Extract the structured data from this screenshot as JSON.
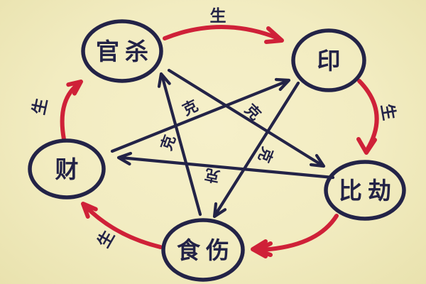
{
  "diagram": {
    "type": "ten-gods-five-element-cycle",
    "colors": {
      "background": "#f2ecc1",
      "background_light": "#f6f0ca",
      "background_dark": "#e9e2ae",
      "ink": "#232347",
      "red": "#cf2138"
    },
    "nodes": [
      {
        "id": "guansha",
        "label": "官杀"
      },
      {
        "id": "yin",
        "label": "印"
      },
      {
        "id": "bijie",
        "label": "比劫"
      },
      {
        "id": "shishang",
        "label": "食伤"
      },
      {
        "id": "cai",
        "label": "财"
      }
    ],
    "generate": {
      "label": "生",
      "edges": [
        {
          "from": "官杀",
          "to": "印",
          "label_visible": true
        },
        {
          "from": "印",
          "to": "比劫",
          "label_visible": true
        },
        {
          "from": "比劫",
          "to": "食伤",
          "label_visible": false
        },
        {
          "from": "食伤",
          "to": "财",
          "label_visible": true
        },
        {
          "from": "财",
          "to": "官杀",
          "label_visible": true
        }
      ]
    },
    "overcome": {
      "label": "克",
      "edges": [
        {
          "from": "官杀",
          "to": "比劫"
        },
        {
          "from": "比劫",
          "to": "财"
        },
        {
          "from": "财",
          "to": "印"
        },
        {
          "from": "印",
          "to": "食伤"
        },
        {
          "from": "食伤",
          "to": "官杀"
        }
      ]
    }
  }
}
